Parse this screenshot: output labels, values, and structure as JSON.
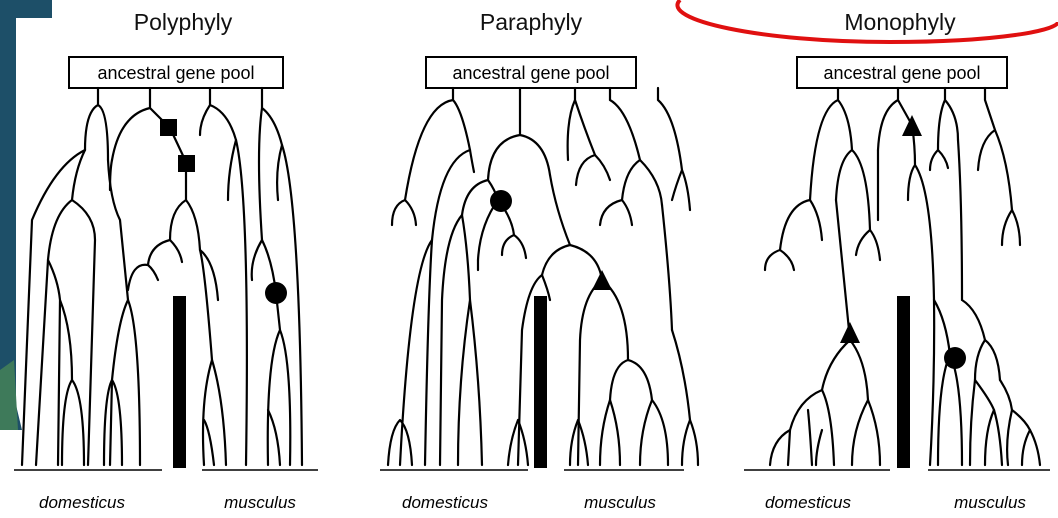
{
  "panels": [
    {
      "title": "Polyphyly",
      "pool_label": "ancestral gene pool",
      "left_label": "domesticus",
      "right_label": "musculus"
    },
    {
      "title": "Paraphyly",
      "pool_label": "ancestral gene pool",
      "left_label": "domesticus",
      "right_label": "musculus"
    },
    {
      "title": "Monophyly",
      "pool_label": "ancestral gene pool",
      "left_label": "domesticus",
      "right_label": "musculus"
    }
  ],
  "highlight": {
    "target": "Monophyly",
    "shape": "red-ellipse",
    "color": "#e01010"
  },
  "marker_shapes": [
    "square",
    "circle",
    "triangle"
  ],
  "colors": {
    "ink": "#000000",
    "highlight": "#e01010",
    "background_photo": "#1d4f68"
  }
}
